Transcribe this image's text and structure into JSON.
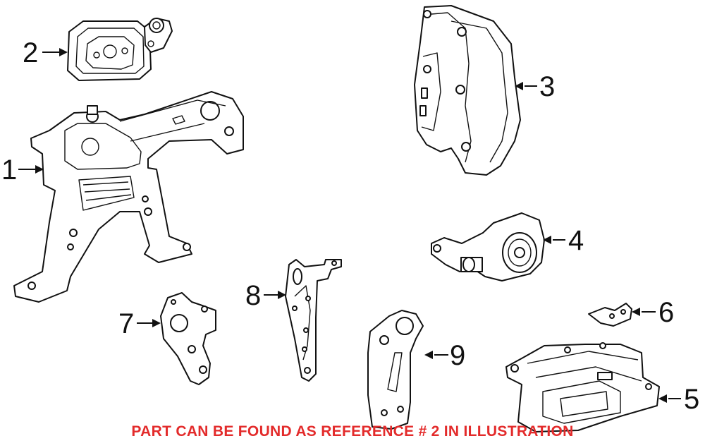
{
  "callouts": [
    {
      "id": "1",
      "text": "1"
    },
    {
      "id": "2",
      "text": "2"
    },
    {
      "id": "3",
      "text": "3"
    },
    {
      "id": "4",
      "text": "4"
    },
    {
      "id": "5",
      "text": "5"
    },
    {
      "id": "6",
      "text": "6"
    },
    {
      "id": "7",
      "text": "7"
    },
    {
      "id": "8",
      "text": "8"
    },
    {
      "id": "9",
      "text": "9"
    }
  ],
  "footer_note": "PART CAN BE FOUND AS REFERENCE # 2 IN ILLUSTRATION",
  "colors": {
    "note": "#e32b2b",
    "line": "#111111",
    "background": "#ffffff"
  }
}
